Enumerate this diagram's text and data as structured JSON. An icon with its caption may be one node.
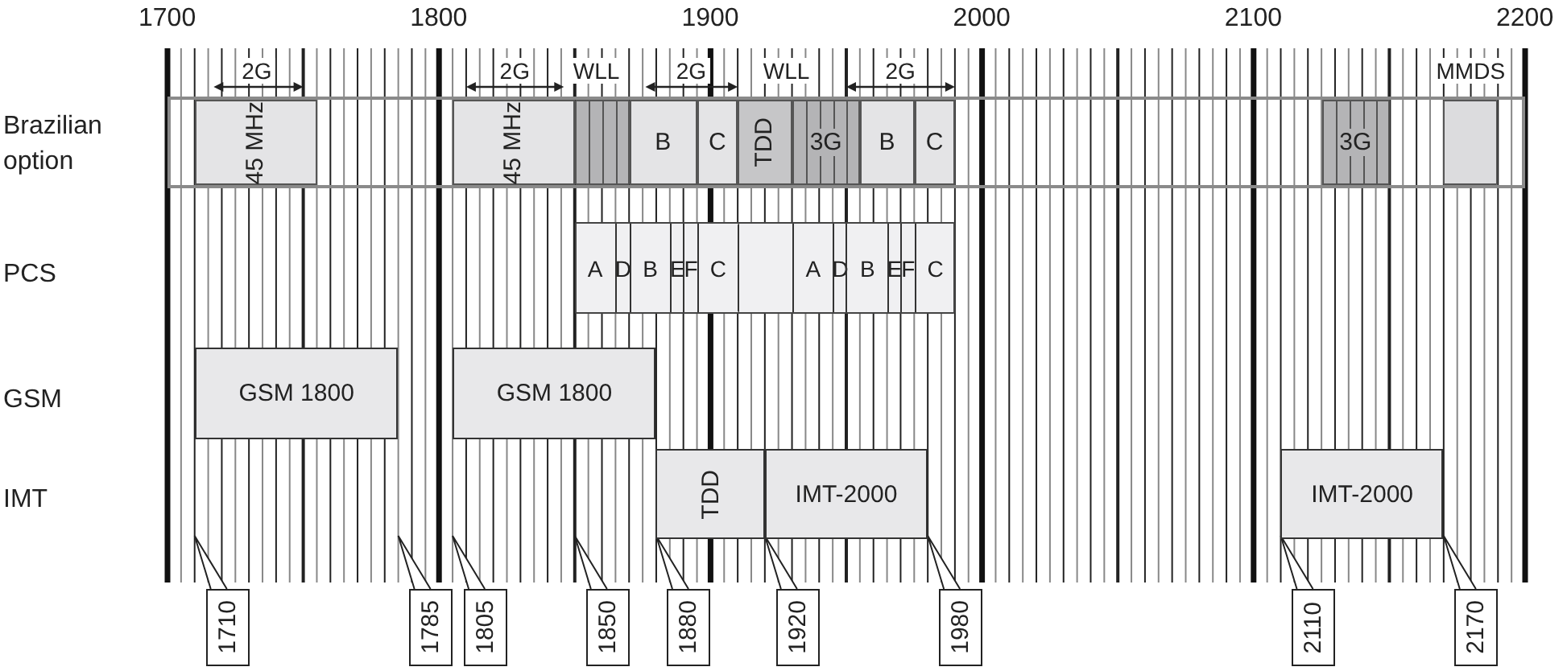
{
  "diagram": {
    "nodes": [
      {
        "text": [],
        "shape": "bar"
      },
      {
        "text": [
          "45 MHz"
        ],
        "in": 0
      },
      {
        "text": [
          "45 MHz"
        ],
        "in": 0
      },
      {
        "text": [],
        "shape": "box",
        "in": 0
      },
      {
        "text": [
          "B"
        ],
        "in": 0
      },
      {
        "text": [
          "C"
        ],
        "in": 0
      },
      {
        "text": [
          "TDD"
        ],
        "in": 0
      },
      {
        "text": [
          "3G"
        ],
        "in": 0
      },
      {
        "text": [
          "B"
        ],
        "in": 0
      },
      {
        "text": [
          "C"
        ],
        "in": 0
      },
      {
        "text": [
          "3G"
        ],
        "in": 0
      },
      {
        "text": [],
        "shape": "box",
        "in": 0
      },
      {
        "text": [],
        "shape": "box"
      },
      {
        "text": [
          "A"
        ],
        "in": 12
      },
      {
        "text": [
          "D"
        ],
        "in": 12
      },
      {
        "text": [
          "B"
        ],
        "in": 12
      },
      {
        "text": [
          "E"
        ],
        "in": 12
      },
      {
        "text": [
          "F"
        ],
        "in": 12
      },
      {
        "text": [
          "C"
        ],
        "in": 12
      },
      {
        "text": [],
        "shape": "box",
        "in": 12
      },
      {
        "text": [
          "A"
        ],
        "in": 12
      },
      {
        "text": [
          "D"
        ],
        "in": 12
      },
      {
        "text": [
          "B"
        ],
        "in": 12
      },
      {
        "text": [
          "E"
        ],
        "in": 12
      },
      {
        "text": [
          "F"
        ],
        "in": 12
      },
      {
        "text": [
          "C"
        ],
        "in": 12
      },
      {
        "text": [
          "GSM 1800"
        ]
      },
      {
        "text": [
          "GSM 1800"
        ]
      },
      {
        "text": [
          "TDD"
        ]
      },
      {
        "text": [
          "IMT-2000"
        ]
      },
      {
        "text": [
          "IMT-2000"
        ]
      },
      {
        "text": [
          "1710"
        ]
      },
      {
        "text": [
          "1785"
        ]
      },
      {
        "text": [
          "1805"
        ]
      },
      {
        "text": [
          "1850"
        ]
      },
      {
        "text": [
          "1880"
        ]
      },
      {
        "text": [
          "1920"
        ]
      },
      {
        "text": [
          "1980"
        ]
      },
      {
        "text": [
          "2110"
        ]
      },
      {
        "text": [
          "2170"
        ]
      }
    ],
    "edges": [
      {
        "from": 31,
        "to": null,
        "arrow": "to"
      },
      {
        "from": 32,
        "to": null,
        "arrow": "to"
      },
      {
        "from": 33,
        "to": null,
        "arrow": "to"
      },
      {
        "from": 34,
        "to": null,
        "arrow": "to"
      },
      {
        "from": 35,
        "to": null,
        "arrow": "to"
      },
      {
        "from": 36,
        "to": null,
        "arrow": "to"
      },
      {
        "from": 37,
        "to": null,
        "arrow": "to"
      },
      {
        "from": 38,
        "to": null,
        "arrow": "to"
      },
      {
        "from": 39,
        "to": null,
        "arrow": "to"
      }
    ],
    "labels": [
      "1700",
      "1800",
      "1900",
      "2000",
      "2100",
      "2200",
      "2G",
      "2G",
      "WLL",
      "2G",
      "WLL",
      "2G",
      "MMDS",
      "Brazilian option",
      "PCS",
      "GSM",
      "IMT"
    ]
  }
}
